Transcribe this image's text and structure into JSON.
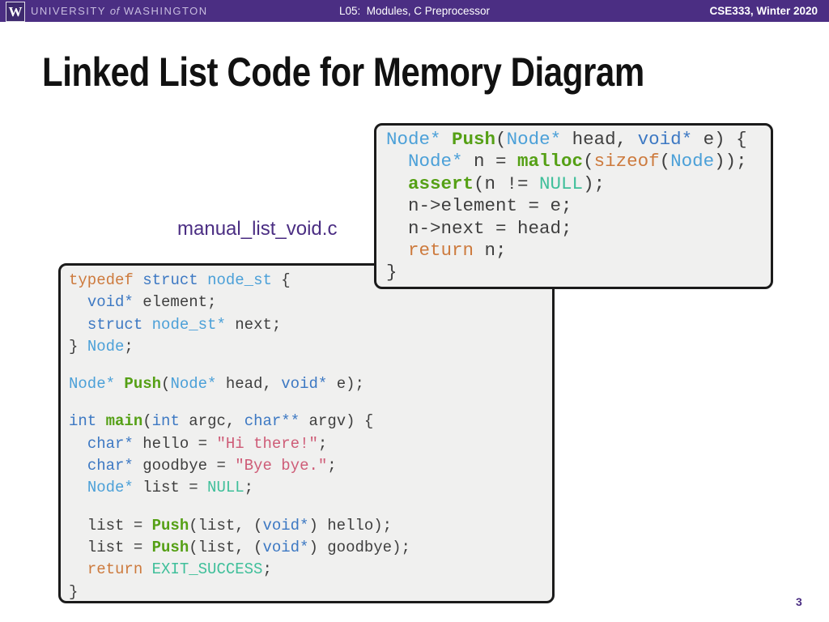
{
  "header": {
    "logo_letter": "W",
    "university_pre": "UNIVERSITY ",
    "university_of": "of",
    "university_post": " WASHINGTON",
    "center": "L05:  Modules, C Preprocessor",
    "right": "CSE333, Winter 2020",
    "bar_color": "#4b2e83"
  },
  "title": "Linked List Code for Memory Diagram",
  "filename_label": "manual_list_void.c",
  "page_number": "3",
  "colors": {
    "uw_purple": "#4b2e83",
    "code_box_bg": "#f0f0ef",
    "code_box_border": "#1b1b1b",
    "token_plain": "#3f3f3f",
    "token_keyword": "#cd7a3d",
    "token_builtin_type": "#3c78c3",
    "token_typedef_name": "#4ba0d8",
    "token_function": "#55a015",
    "token_constant": "#3fbf9a",
    "token_string": "#ce5c77"
  },
  "code_boxes": [
    {
      "name": "push-function",
      "lines": [
        [
          [
            "c",
            "Node*"
          ],
          [
            "p",
            " "
          ],
          [
            "f",
            "Push"
          ],
          [
            "p",
            "("
          ],
          [
            "c",
            "Node*"
          ],
          [
            "p",
            " head, "
          ],
          [
            "t",
            "void*"
          ],
          [
            "p",
            " e) {"
          ]
        ],
        [
          [
            "p",
            "  "
          ],
          [
            "c",
            "Node*"
          ],
          [
            "p",
            " n = "
          ],
          [
            "f",
            "malloc"
          ],
          [
            "p",
            "("
          ],
          [
            "k",
            "sizeof"
          ],
          [
            "p",
            "("
          ],
          [
            "c",
            "Node"
          ],
          [
            "p",
            "));"
          ]
        ],
        [
          [
            "p",
            "  "
          ],
          [
            "f",
            "assert"
          ],
          [
            "p",
            "(n != "
          ],
          [
            "n",
            "NULL"
          ],
          [
            "p",
            ");"
          ]
        ],
        [
          [
            "p",
            "  n->element = e;"
          ]
        ],
        [
          [
            "p",
            "  n->next = head;"
          ]
        ],
        [
          [
            "p",
            "  "
          ],
          [
            "k",
            "return"
          ],
          [
            "p",
            " n;"
          ]
        ],
        [
          [
            "p",
            "}"
          ]
        ]
      ]
    },
    {
      "name": "manual-list-void-c",
      "lines": [
        [
          [
            "k",
            "typedef"
          ],
          [
            "p",
            " "
          ],
          [
            "t",
            "struct"
          ],
          [
            "p",
            " "
          ],
          [
            "c",
            "node_st"
          ],
          [
            "p",
            " {"
          ]
        ],
        [
          [
            "p",
            "  "
          ],
          [
            "t",
            "void*"
          ],
          [
            "p",
            " element;"
          ]
        ],
        [
          [
            "p",
            "  "
          ],
          [
            "t",
            "struct"
          ],
          [
            "p",
            " "
          ],
          [
            "c",
            "node_st*"
          ],
          [
            "p",
            " next;"
          ]
        ],
        [
          [
            "p",
            "} "
          ],
          [
            "c",
            "Node"
          ],
          [
            "p",
            ";"
          ]
        ],
        [
          [
            "p",
            ""
          ]
        ],
        [
          [
            "c",
            "Node*"
          ],
          [
            "p",
            " "
          ],
          [
            "f",
            "Push"
          ],
          [
            "p",
            "("
          ],
          [
            "c",
            "Node*"
          ],
          [
            "p",
            " head, "
          ],
          [
            "t",
            "void*"
          ],
          [
            "p",
            " e);"
          ]
        ],
        [
          [
            "p",
            ""
          ]
        ],
        [
          [
            "t",
            "int"
          ],
          [
            "p",
            " "
          ],
          [
            "f",
            "main"
          ],
          [
            "p",
            "("
          ],
          [
            "t",
            "int"
          ],
          [
            "p",
            " argc, "
          ],
          [
            "t",
            "char**"
          ],
          [
            "p",
            " argv) {"
          ]
        ],
        [
          [
            "p",
            "  "
          ],
          [
            "t",
            "char*"
          ],
          [
            "p",
            " hello = "
          ],
          [
            "s",
            "\"Hi there!\""
          ],
          [
            "p",
            ";"
          ]
        ],
        [
          [
            "p",
            "  "
          ],
          [
            "t",
            "char*"
          ],
          [
            "p",
            " goodbye = "
          ],
          [
            "s",
            "\"Bye bye.\""
          ],
          [
            "p",
            ";"
          ]
        ],
        [
          [
            "p",
            "  "
          ],
          [
            "c",
            "Node*"
          ],
          [
            "p",
            " list = "
          ],
          [
            "n",
            "NULL"
          ],
          [
            "p",
            ";"
          ]
        ],
        [
          [
            "p",
            ""
          ]
        ],
        [
          [
            "p",
            "  list = "
          ],
          [
            "f",
            "Push"
          ],
          [
            "p",
            "(list, ("
          ],
          [
            "t",
            "void*"
          ],
          [
            "p",
            ") hello);"
          ]
        ],
        [
          [
            "p",
            "  list = "
          ],
          [
            "f",
            "Push"
          ],
          [
            "p",
            "(list, ("
          ],
          [
            "t",
            "void*"
          ],
          [
            "p",
            ") goodbye);"
          ]
        ],
        [
          [
            "p",
            "  "
          ],
          [
            "k",
            "return"
          ],
          [
            "p",
            " "
          ],
          [
            "n",
            "EXIT_SUCCESS"
          ],
          [
            "p",
            ";"
          ]
        ],
        [
          [
            "p",
            "}"
          ]
        ]
      ]
    }
  ]
}
